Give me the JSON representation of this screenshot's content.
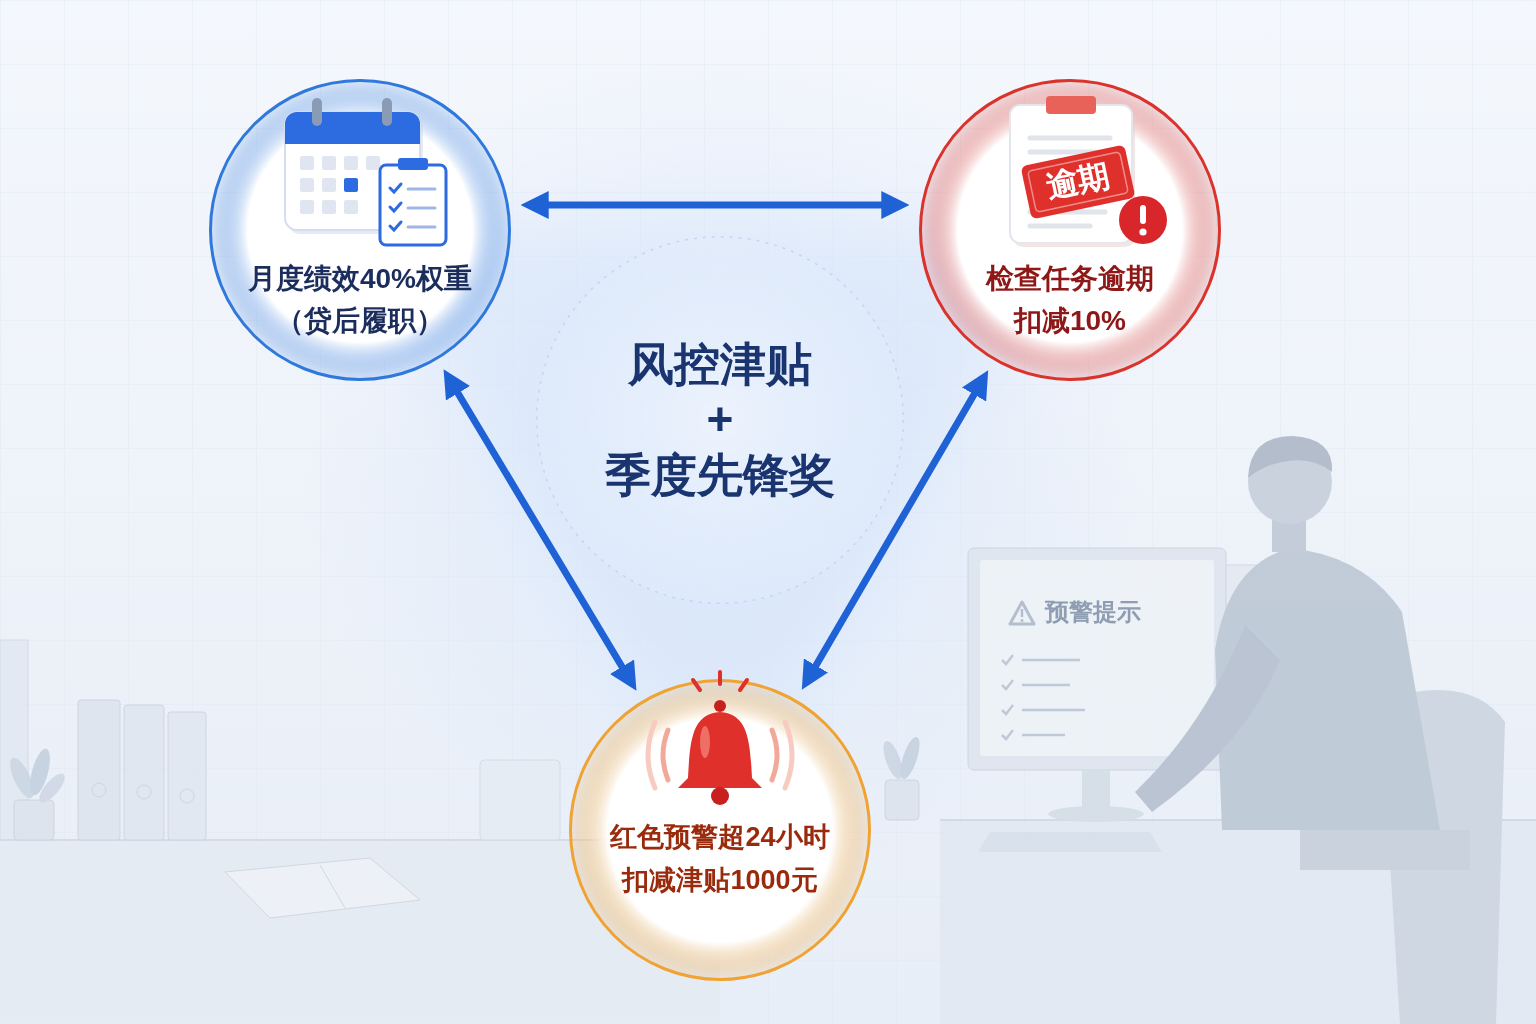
{
  "diagram": {
    "nodes": [
      {
        "text": [
          "月度绩效40%权重 （贷后履职）"
        ]
      },
      {
        "text": [
          "检查任务逾期 扣减10%"
        ]
      },
      {
        "text": [
          "风控津贴 + 季度先锋奖"
        ]
      },
      {
        "text": [
          "红色预警超24小时 扣减津贴1000元"
        ]
      }
    ],
    "edges": [
      {
        "from": 0,
        "to": 1,
        "arrow": "both"
      },
      {
        "from": 0,
        "to": 3,
        "arrow": "both"
      },
      {
        "from": 1,
        "to": 3,
        "arrow": "both"
      }
    ],
    "labels": [
      "逾期",
      "预警提示"
    ]
  }
}
